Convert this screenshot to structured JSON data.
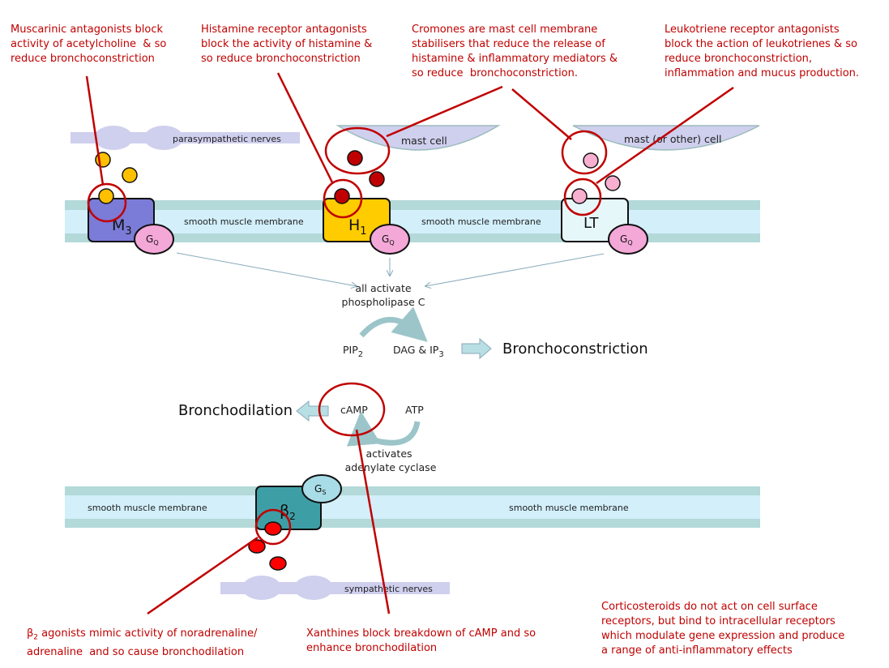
{
  "notes": {
    "muscarinic": "Muscarinic antagonists block\nactivity of acetylcholine  & so\nreduce bronchoconstriction",
    "histamine": "Histamine receptor antagonists\nblock the activity of histamine &\nso reduce bronchoconstriction",
    "cromones": "Cromones are mast cell membrane\nstabilisers that reduce the release of\nhistamine & inflammatory mediators &\nso reduce  bronchoconstriction.",
    "leukotriene": "Leukotriene receptor antagonists\nblock the action of leukotrienes & so\nreduce bronchoconstriction,\ninflammation and mucus production.",
    "beta2_symbol": "β",
    "beta2_sub": "2",
    "beta2": " agonists mimic activity of noradrenaline/\nadrenaline  and so cause bronchodilation",
    "xanthines": "Xanthines block breakdown of cAMP and so\nenhance bronchodilation",
    "corticosteroids": "Corticosteroids do not act on cell surface\nreceptors, but bind to intracellular receptors\nwhich modulate gene expression and produce\na range of anti-inflammatory effects"
  },
  "labels": {
    "parasympathetic": "parasympathetic nerves",
    "sympathetic": "sympathetic nerves",
    "mast_cell": "mast cell",
    "mast_other_cell": "mast (or other) cell",
    "membrane": "smooth muscle membrane",
    "m3": "M",
    "m3_sub": "3",
    "h1": "H",
    "h1_sub": "1",
    "lt": "LT",
    "g": "G",
    "gq_sub": "Q",
    "gs_sub": "S",
    "beta": "β",
    "beta_sub": "2",
    "all_activate": "all activate",
    "plc": "phospholipase C",
    "pip": "PIP",
    "pip_sub": "2",
    "dag": "DAG & IP",
    "dag_sub": "3",
    "bronchoconstriction": "Bronchoconstriction",
    "bronchodilation": "Bronchodilation",
    "camp": "cAMP",
    "atp": "ATP",
    "activates": "activates",
    "adenylate": "adenylate cyclase"
  },
  "colors": {
    "annotation": "#c00000",
    "membrane_outer": "#b3d9d9",
    "membrane_inner": "#d2effa",
    "nerve": "#cfcfee",
    "m3": "#7b7bd8",
    "h1": "#ffcc00",
    "lt": "#e6f7fa",
    "beta2": "#3e9ea6",
    "gq": "#f4a8d8",
    "gs": "#a8dce6"
  }
}
